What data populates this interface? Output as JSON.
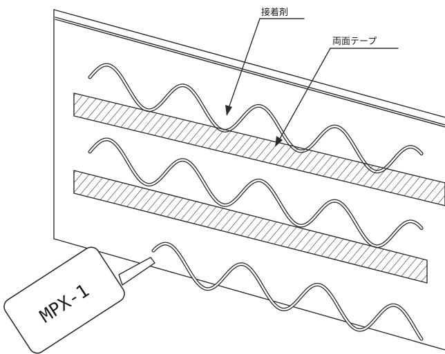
{
  "labels": {
    "adhesive": "接着剤",
    "double_sided_tape": "両面テープ",
    "product": "MPX-1"
  },
  "colors": {
    "line": "#2b2b2b",
    "background": "#ffffff"
  }
}
